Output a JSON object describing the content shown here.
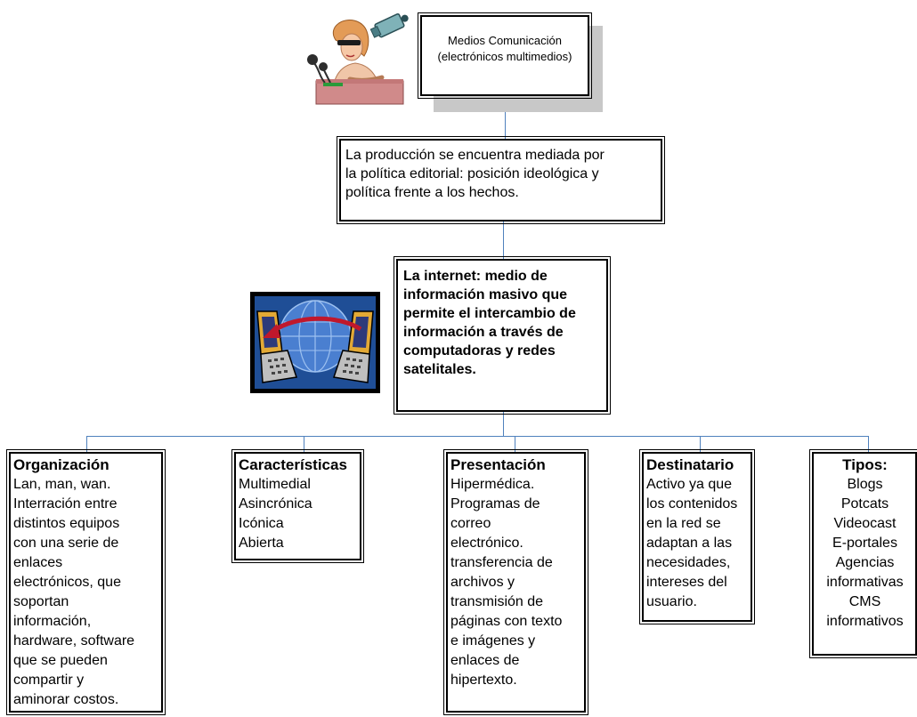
{
  "top": {
    "lines": [
      "Medios Comunicación",
      "(electrónicos multimedios)"
    ]
  },
  "policy": {
    "lines": [
      "La producción se encuentra mediada por",
      "la política editorial: posición ideológica y",
      "política frente a los hechos."
    ]
  },
  "internet": {
    "lines": [
      "La internet: medio de",
      "información masivo que",
      "permite el intercambio de",
      "información a través de",
      "computadoras y redes",
      "satelitales."
    ]
  },
  "categories": [
    {
      "title": "Organización",
      "lines": [
        "Lan, man, wan.",
        "Interración entre",
        "distintos equipos",
        "con una serie de",
        "enlaces",
        "electrónicos, que",
        "soportan",
        "información,",
        "hardware, software",
        "que se pueden",
        "compartir y",
        "aminorar costos."
      ]
    },
    {
      "title": "Características",
      "lines": [
        "Multimedial",
        "Asincrónica",
        "Icónica",
        "Abierta"
      ]
    },
    {
      "title": "Presentación",
      "lines": [
        "Hipermédica.",
        "Programas de",
        "correo",
        "electrónico.",
        "transferencia de",
        "archivos y",
        "transmisión de",
        "páginas con texto",
        "e imágenes y",
        "enlaces de",
        "hipertexto."
      ]
    },
    {
      "title": "Destinatario",
      "lines": [
        "Activo ya que",
        "los contenidos",
        "en la red se",
        "adaptan a las",
        "necesidades,",
        "intereses del",
        "usuario."
      ]
    },
    {
      "title": "Tipos:",
      "lines": [
        "Blogs",
        "Potcats",
        "Videocast",
        "E-portales",
        "Agencias",
        "informativas",
        "CMS",
        "informativos"
      ]
    }
  ],
  "colors": {
    "connector": "#4f81bd",
    "shadow": "#c8c8c8",
    "network_bg": "#1f4e96",
    "monitor": "#e3a935",
    "arrow": "#c0182c"
  },
  "icons": [
    "speaker-clipart-icon",
    "network-computers-clipart-icon"
  ]
}
